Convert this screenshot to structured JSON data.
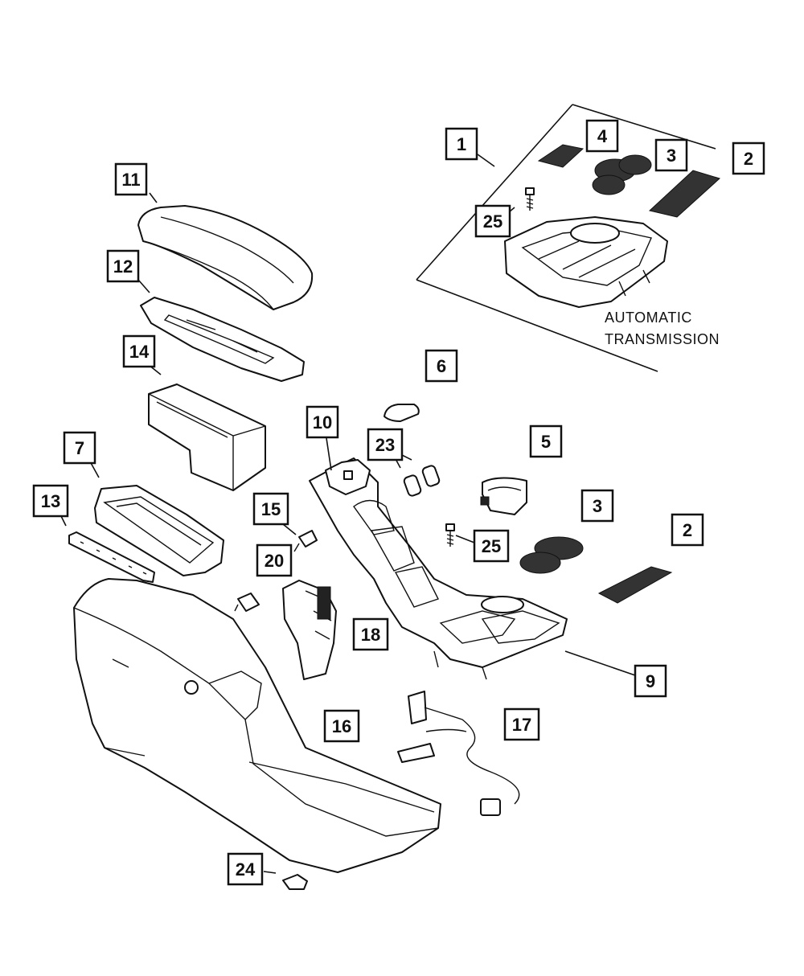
{
  "inset_label": {
    "line1": "AUTOMATIC",
    "line2": "TRANSMISSION"
  },
  "callouts": {
    "c1": "1",
    "c2a": "2",
    "c3a": "3",
    "c4": "4",
    "c25a": "25",
    "c11": "11",
    "c12": "12",
    "c14": "14",
    "c6": "6",
    "c10": "10",
    "c23": "23",
    "c5": "5",
    "c3b": "3",
    "c2b": "2",
    "c7": "7",
    "c13": "13",
    "c15": "15",
    "c20": "20",
    "c25b": "25",
    "c18": "18",
    "c9": "9",
    "c16": "16",
    "c17": "17",
    "c24": "24"
  }
}
